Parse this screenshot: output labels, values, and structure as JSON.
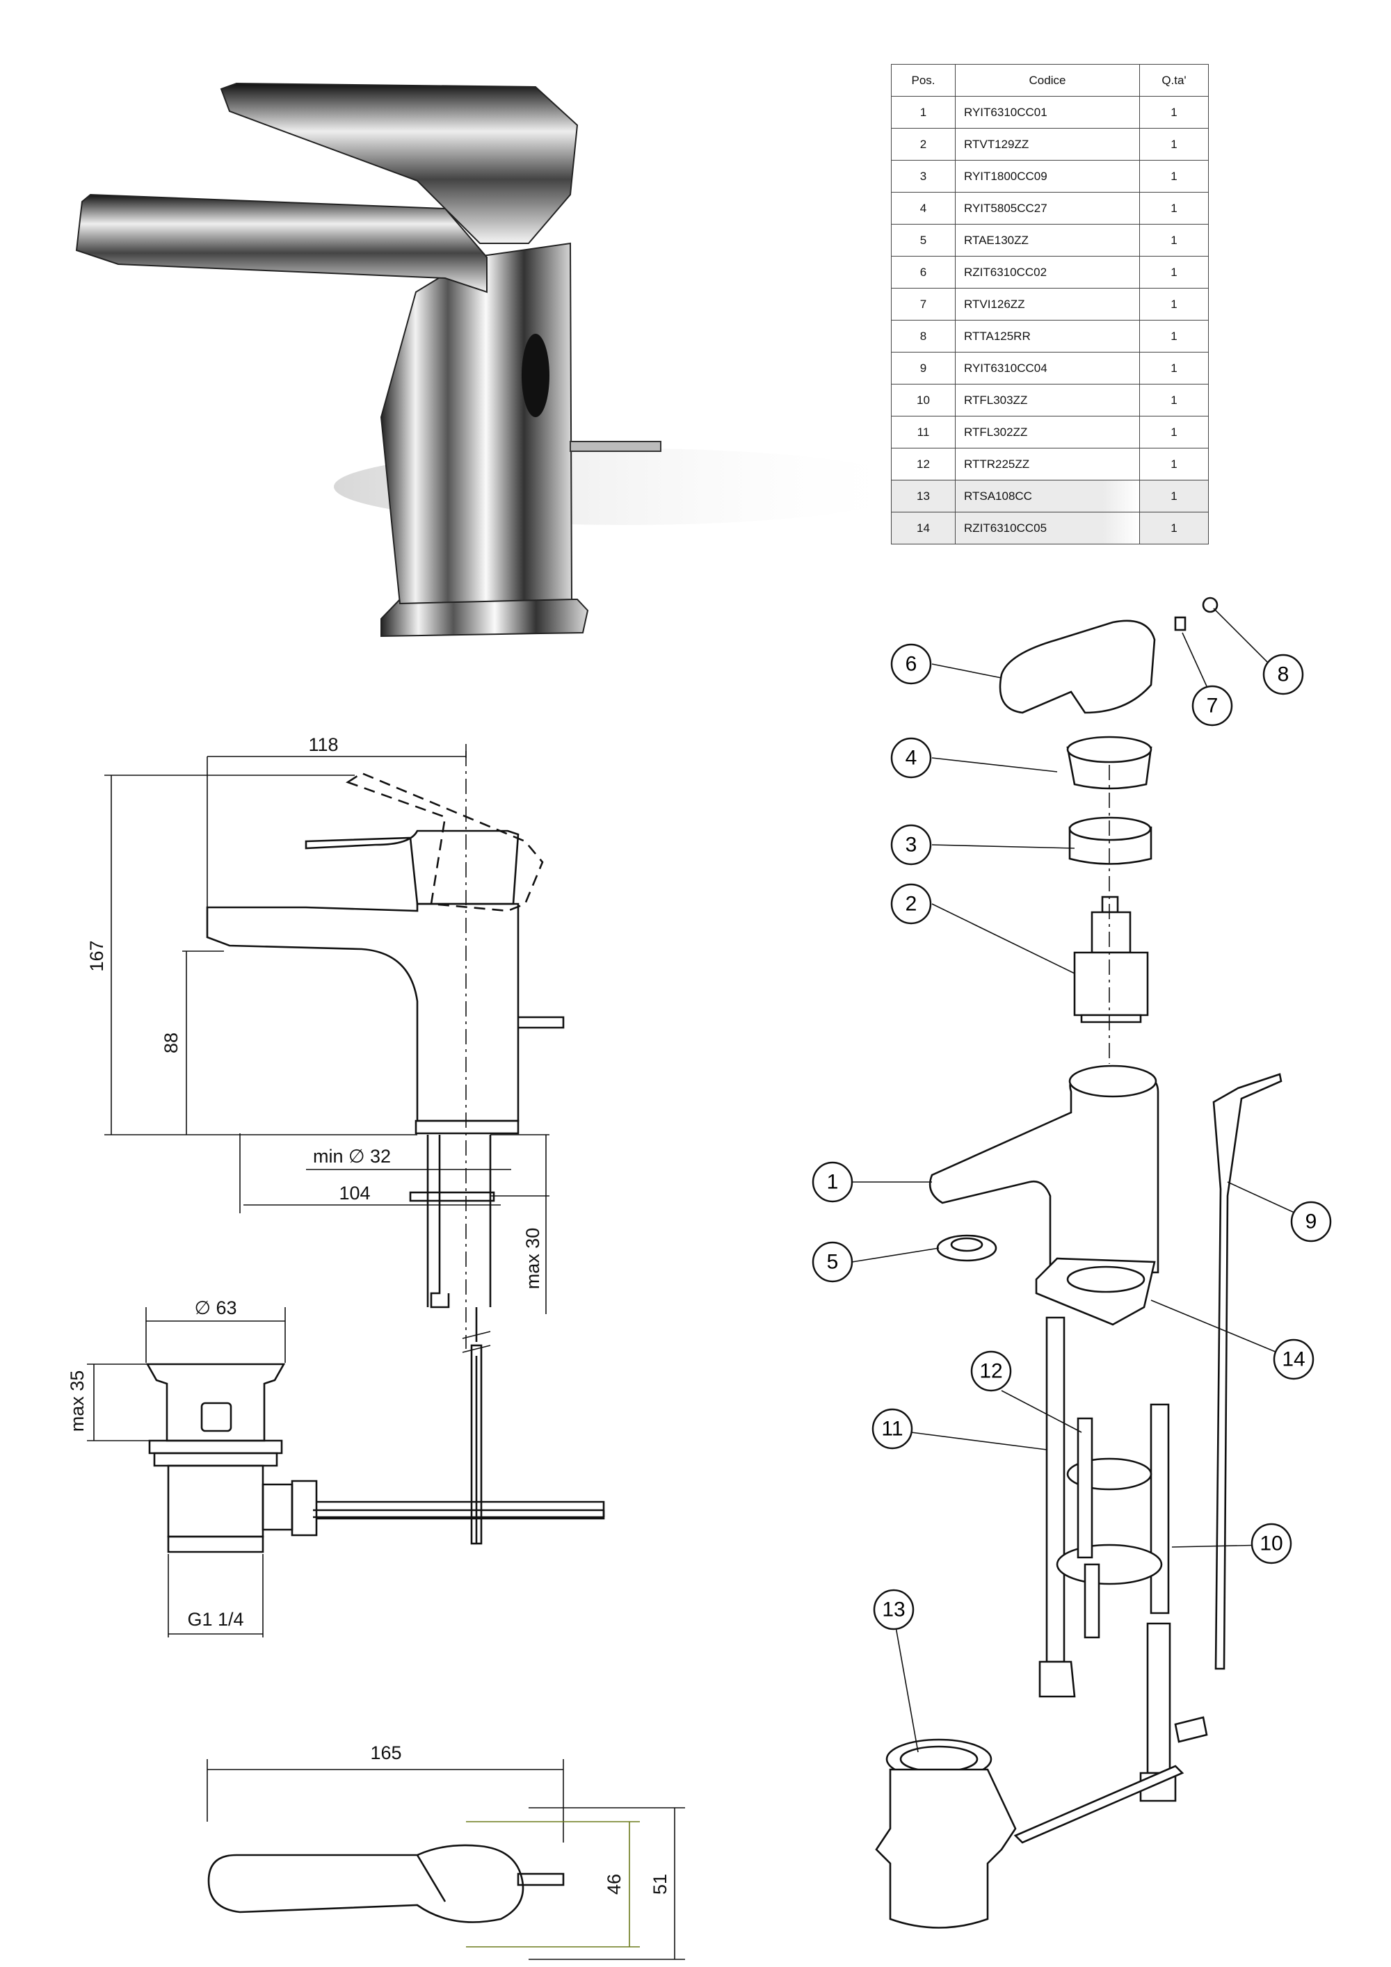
{
  "parts_table": {
    "headers": [
      "Pos.",
      "Codice",
      "Q.ta'"
    ],
    "rows": [
      {
        "pos": "1",
        "code": "RYIT6310CC01",
        "qty": "1"
      },
      {
        "pos": "2",
        "code": "RTVT129ZZ",
        "qty": "1"
      },
      {
        "pos": "3",
        "code": "RYIT1800CC09",
        "qty": "1"
      },
      {
        "pos": "4",
        "code": "RYIT5805CC27",
        "qty": "1"
      },
      {
        "pos": "5",
        "code": "RTAE130ZZ",
        "qty": "1"
      },
      {
        "pos": "6",
        "code": "RZIT6310CC02",
        "qty": "1"
      },
      {
        "pos": "7",
        "code": "RTVI126ZZ",
        "qty": "1"
      },
      {
        "pos": "8",
        "code": "RTTA125RR",
        "qty": "1"
      },
      {
        "pos": "9",
        "code": "RYIT6310CC04",
        "qty": "1"
      },
      {
        "pos": "10",
        "code": "RTFL303ZZ",
        "qty": "1"
      },
      {
        "pos": "11",
        "code": "RTFL302ZZ",
        "qty": "1"
      },
      {
        "pos": "12",
        "code": "RTTR225ZZ",
        "qty": "1"
      },
      {
        "pos": "13",
        "code": "RTSA108CC",
        "qty": "1"
      },
      {
        "pos": "14",
        "code": "RZIT6310CC05",
        "qty": "1"
      }
    ]
  },
  "dimensions": {
    "width_118": "118",
    "height_167": "167",
    "height_88": "88",
    "hole_min": "min ∅ 32",
    "reach_104": "104",
    "max_30": "max 30",
    "waste_dia": "∅ 63",
    "max_35": "max 35",
    "thread": "G1 1/4",
    "length_165": "165",
    "width_46": "46",
    "width_51": "51"
  },
  "balloons": [
    "1",
    "2",
    "3",
    "4",
    "5",
    "6",
    "7",
    "8",
    "9",
    "10",
    "11",
    "12",
    "13",
    "14"
  ]
}
